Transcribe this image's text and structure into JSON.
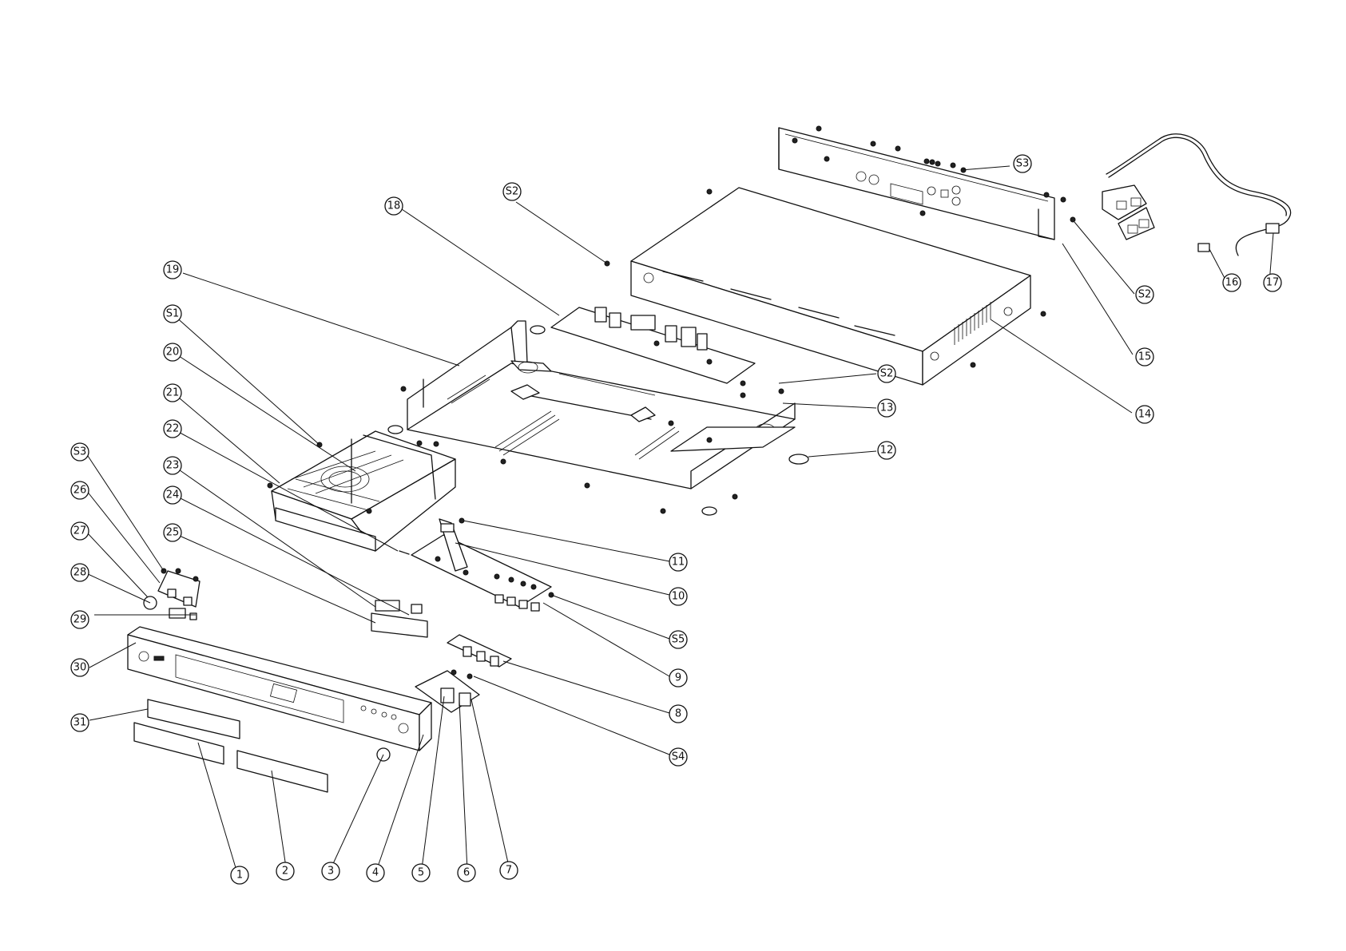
{
  "callouts": [
    {
      "id": "c-s3-top",
      "label": "S3"
    },
    {
      "id": "c-s2-top",
      "label": "S2"
    },
    {
      "id": "c-18",
      "label": "18"
    },
    {
      "id": "c-19",
      "label": "19"
    },
    {
      "id": "c-s1",
      "label": "S1"
    },
    {
      "id": "c-20",
      "label": "20"
    },
    {
      "id": "c-21",
      "label": "21"
    },
    {
      "id": "c-22",
      "label": "22"
    },
    {
      "id": "c-23",
      "label": "23"
    },
    {
      "id": "c-24",
      "label": "24"
    },
    {
      "id": "c-25",
      "label": "25"
    },
    {
      "id": "c-s3-left",
      "label": "S3"
    },
    {
      "id": "c-26",
      "label": "26"
    },
    {
      "id": "c-27",
      "label": "27"
    },
    {
      "id": "c-28",
      "label": "28"
    },
    {
      "id": "c-29",
      "label": "29"
    },
    {
      "id": "c-30",
      "label": "30"
    },
    {
      "id": "c-31",
      "label": "31"
    },
    {
      "id": "c-1",
      "label": "1"
    },
    {
      "id": "c-2",
      "label": "2"
    },
    {
      "id": "c-3",
      "label": "3"
    },
    {
      "id": "c-4",
      "label": "4"
    },
    {
      "id": "c-5",
      "label": "5"
    },
    {
      "id": "c-6",
      "label": "6"
    },
    {
      "id": "c-7",
      "label": "7"
    },
    {
      "id": "c-s4",
      "label": "S4"
    },
    {
      "id": "c-8",
      "label": "8"
    },
    {
      "id": "c-9",
      "label": "9"
    },
    {
      "id": "c-s5",
      "label": "S5"
    },
    {
      "id": "c-10",
      "label": "10"
    },
    {
      "id": "c-11",
      "label": "11"
    },
    {
      "id": "c-12",
      "label": "12"
    },
    {
      "id": "c-13",
      "label": "13"
    },
    {
      "id": "c-s2-mid",
      "label": "S2"
    },
    {
      "id": "c-14",
      "label": "14"
    },
    {
      "id": "c-15",
      "label": "15"
    },
    {
      "id": "c-s2-right",
      "label": "S2"
    },
    {
      "id": "c-16",
      "label": "16"
    },
    {
      "id": "c-17",
      "label": "17"
    }
  ]
}
